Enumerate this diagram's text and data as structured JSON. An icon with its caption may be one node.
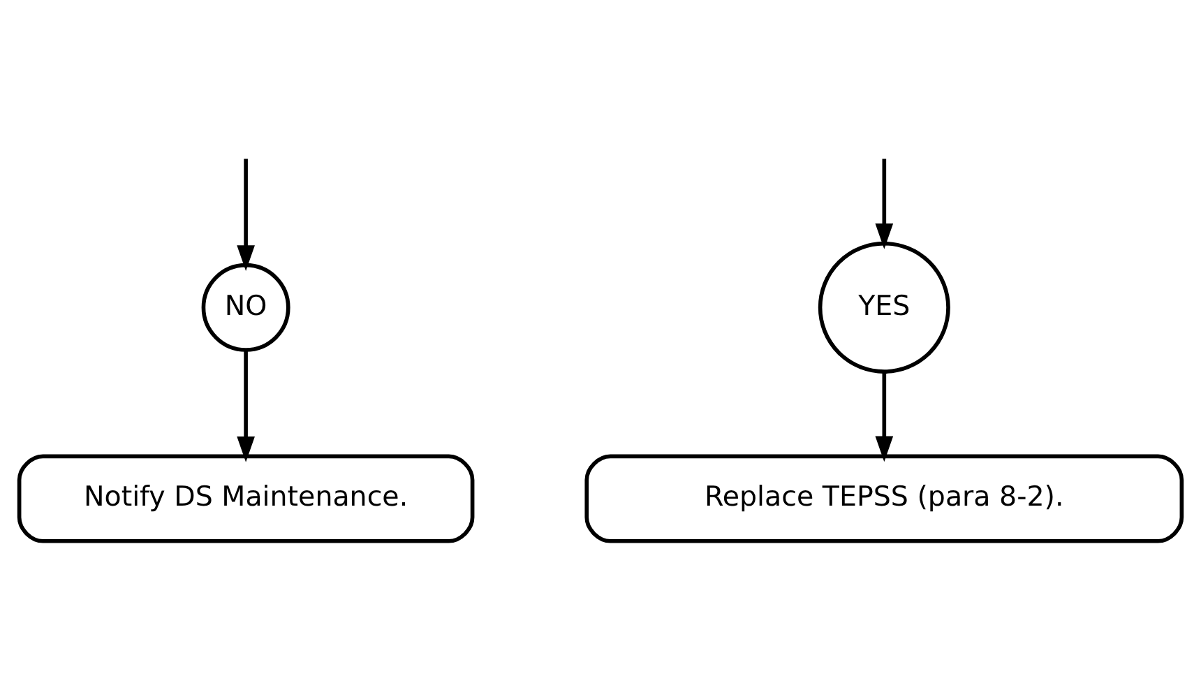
{
  "diagram": {
    "nodes": [
      {
        "text": [
          "NO"
        ]
      },
      {
        "text": [
          "YES"
        ]
      },
      {
        "text": [
          "Notify DS Maintenance."
        ]
      },
      {
        "text": [
          "Replace TEPSS (para 8-2)."
        ]
      }
    ],
    "edges": [
      {
        "from": null,
        "to": 0,
        "arrow": "to"
      },
      {
        "from": null,
        "to": 1,
        "arrow": "to"
      },
      {
        "from": 0,
        "to": 2,
        "arrow": "to"
      },
      {
        "from": 1,
        "to": 3,
        "arrow": "to"
      }
    ]
  }
}
